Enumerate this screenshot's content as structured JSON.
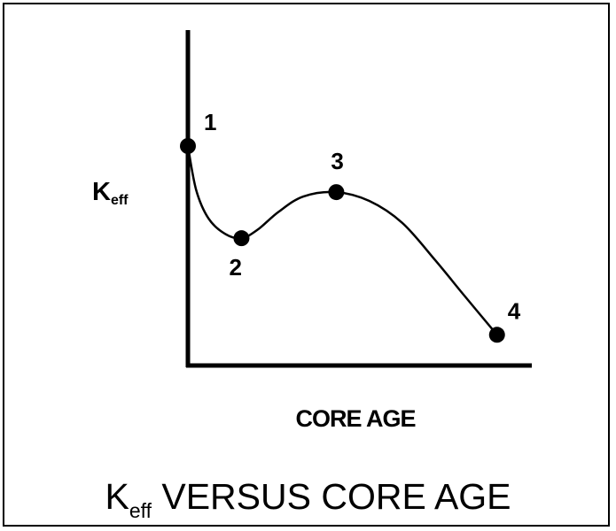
{
  "chart_data": {
    "type": "line",
    "title_main": "K",
    "title_sub": "eff",
    "title_rest": " VERSUS CORE AGE",
    "xlabel": "CORE AGE",
    "ylabel_main": "K",
    "ylabel_sub": "eff",
    "xlim": [
      0,
      100
    ],
    "ylim": [
      0,
      100
    ],
    "grid": false,
    "points": [
      {
        "label": "1",
        "x": 0,
        "y": 100
      },
      {
        "label": "2",
        "x": 13,
        "y": 58
      },
      {
        "label": "3",
        "x": 36,
        "y": 79
      },
      {
        "label": "4",
        "x": 75,
        "y": 14
      }
    ],
    "curve": [
      [
        0,
        100
      ],
      [
        2,
        80
      ],
      [
        5,
        67
      ],
      [
        9,
        60
      ],
      [
        13,
        58
      ],
      [
        17,
        62
      ],
      [
        22,
        70
      ],
      [
        28,
        77
      ],
      [
        36,
        79
      ],
      [
        44,
        75
      ],
      [
        52,
        65
      ],
      [
        60,
        48
      ],
      [
        67,
        32
      ],
      [
        75,
        14
      ]
    ]
  }
}
